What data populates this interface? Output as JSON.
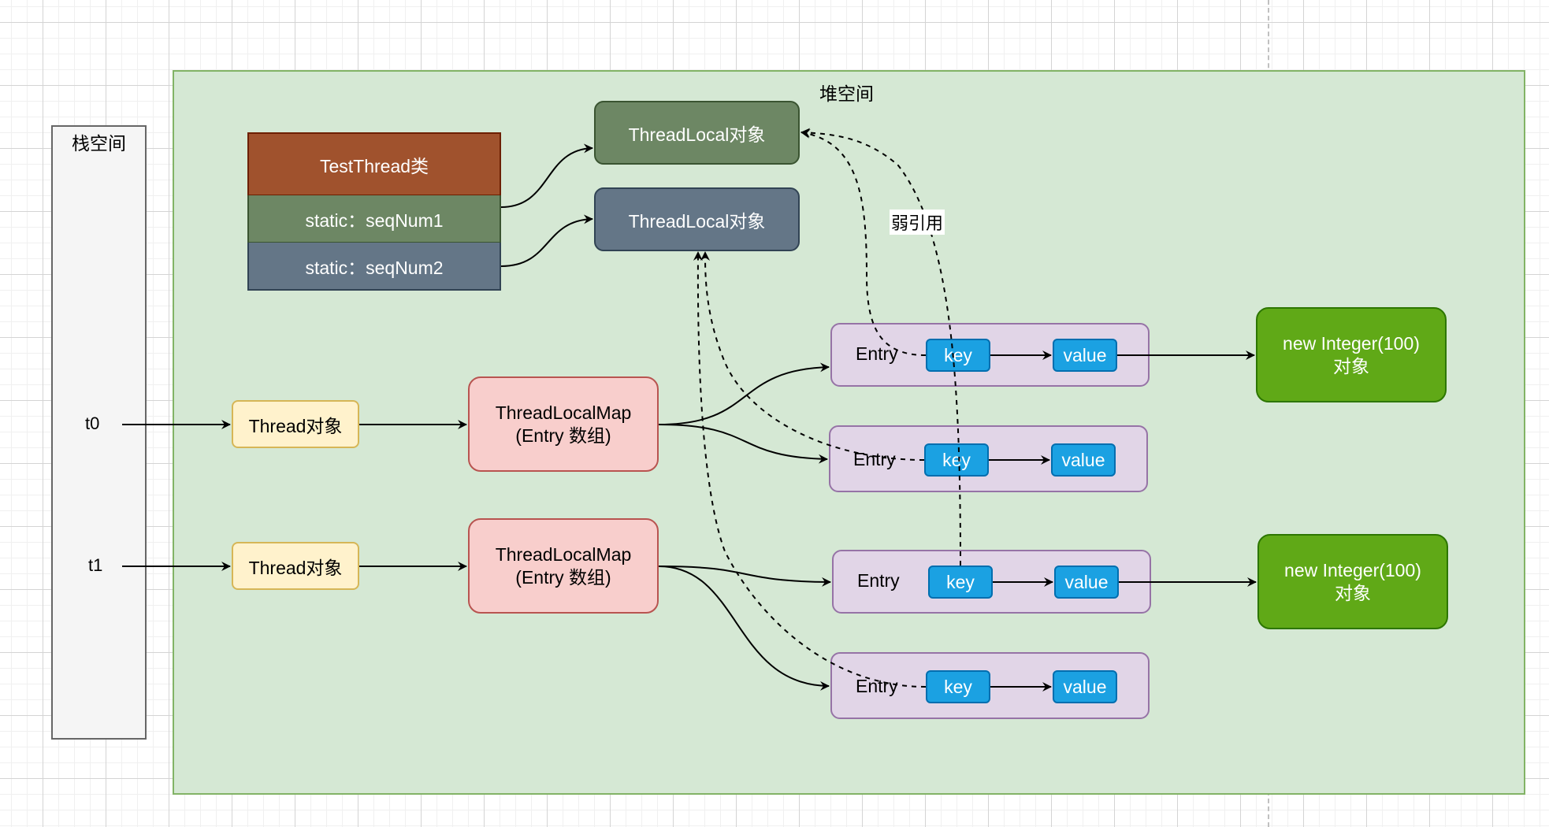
{
  "diagram": {
    "heap_title": "堆空间",
    "stack_title": "栈空间",
    "class_box": {
      "title": "TestThread类",
      "fields": [
        "static：seqNum1",
        "static：seqNum2"
      ]
    },
    "threadlocal_objects": [
      "ThreadLocal对象",
      "ThreadLocal对象"
    ],
    "weak_ref_label": "弱引用",
    "threads": [
      {
        "var": "t0",
        "thread_label": "Thread对象",
        "map_line1": "ThreadLocalMap",
        "map_line2": "(Entry 数组)"
      },
      {
        "var": "t1",
        "thread_label": "Thread对象",
        "map_line1": "ThreadLocalMap",
        "map_line2": "(Entry 数组)"
      }
    ],
    "entries": [
      {
        "label": "Entry",
        "key": "key",
        "value": "value"
      },
      {
        "label": "Entry",
        "key": "key",
        "value": "value"
      },
      {
        "label": "Entry",
        "key": "key",
        "value": "value"
      },
      {
        "label": "Entry",
        "key": "key",
        "value": "value"
      }
    ],
    "value_objects": [
      {
        "line1": "new Integer(100)",
        "line2": "对象"
      },
      {
        "line1": "new Integer(100)",
        "line2": "对象"
      }
    ],
    "colors": {
      "heap_fill": "#d5e8d4",
      "class_header": "#a0522d",
      "threadlocal_1": "#6d8764",
      "threadlocal_2": "#647687",
      "thread_fill": "#fff2cc",
      "map_fill": "#f8cecc",
      "entry_fill": "#e1d5e7",
      "key_value_fill": "#1ba1e2",
      "integer_fill": "#60a917"
    }
  }
}
